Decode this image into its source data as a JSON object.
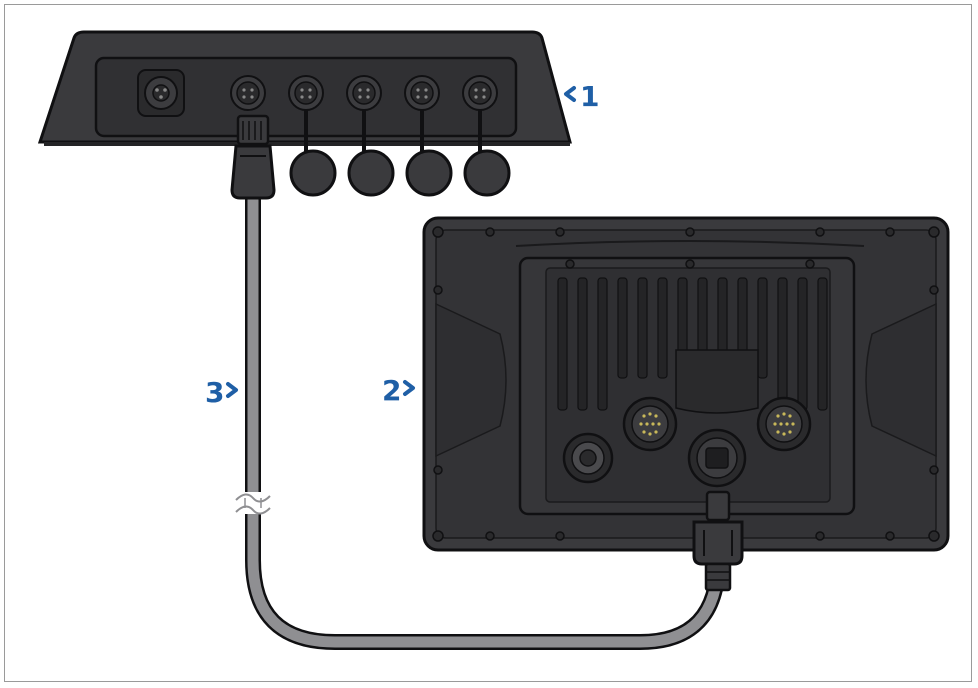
{
  "callouts": [
    {
      "id": "1",
      "label": "1"
    },
    {
      "id": "2",
      "label": "2"
    },
    {
      "id": "3",
      "label": "3"
    }
  ],
  "colors": {
    "device_fill": "#3a3a3d",
    "device_dark": "#242426",
    "device_edge": "#101012",
    "cable": "#8f8f92",
    "callout": "#1f5fa6",
    "frame": "#9a9a9a"
  },
  "icons": {
    "callout_pointer": "chevron-icon",
    "cable_break": "break-marks-icon"
  }
}
